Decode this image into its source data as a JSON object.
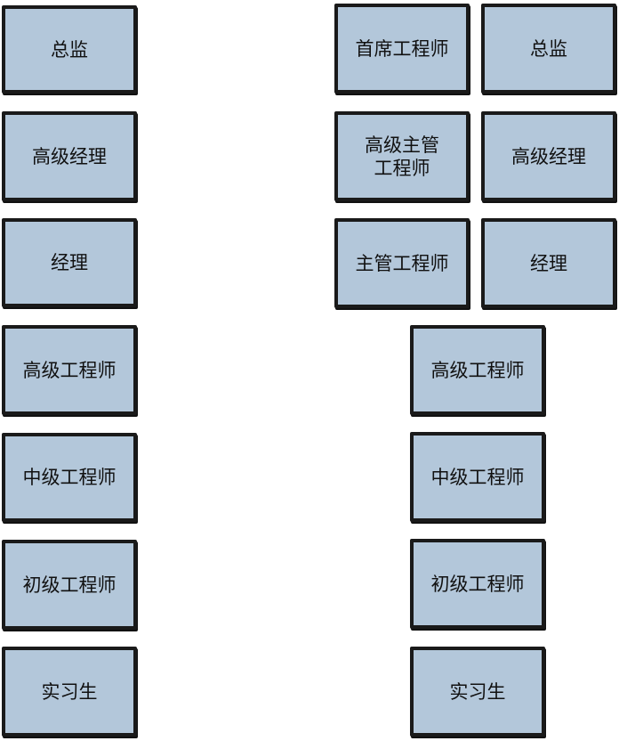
{
  "left_ladder": [
    "总监",
    "高级经理",
    "经理",
    "高级工程师",
    "中级工程师",
    "初级工程师",
    "实习生"
  ],
  "right_ladder": {
    "technical_track": [
      "首席工程师",
      "高级主管\n工程师",
      "主管工程师"
    ],
    "management_track": [
      "总监",
      "高级经理",
      "经理"
    ],
    "shared_track": [
      "高级工程师",
      "中级工程师",
      "初级工程师",
      "实习生"
    ]
  },
  "colors": {
    "box_fill": "#b3c7da",
    "box_border": "#1a1a1a",
    "text": "#111111",
    "background": "#ffffff"
  }
}
